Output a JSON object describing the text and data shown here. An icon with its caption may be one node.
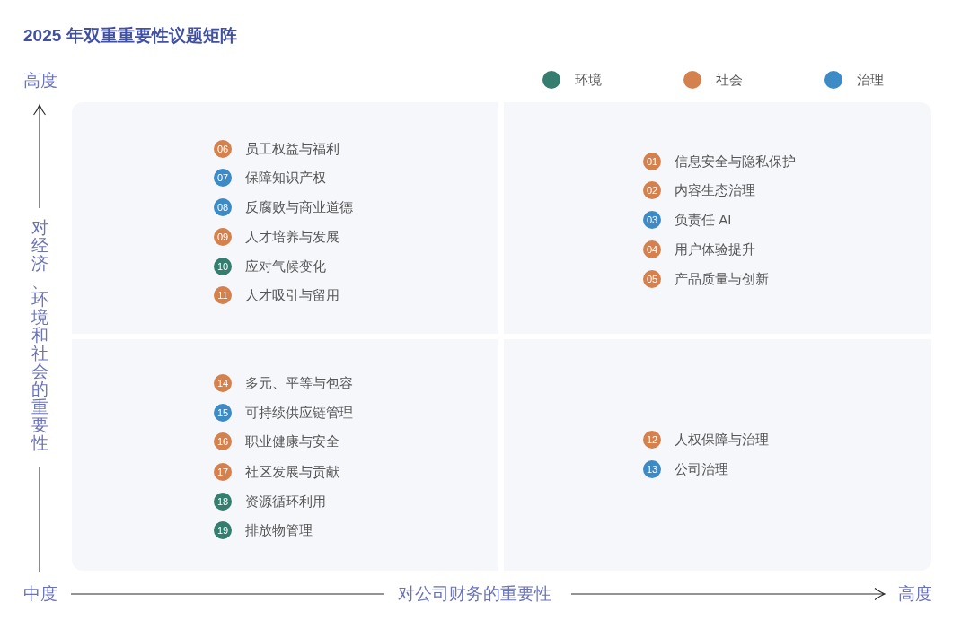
{
  "diagram": {
    "title": "2025 年双重重要性议题矩阵",
    "nodes": [
      {
        "text": [],
        "shape": "box"
      },
      {
        "text": [
          "06"
        ],
        "beside": [
          "员工权益与福利"
        ],
        "in": 0
      },
      {
        "text": [
          "07"
        ],
        "beside": [
          "保障知识产权"
        ],
        "in": 0
      },
      {
        "text": [
          "08"
        ],
        "beside": [
          "反腐败与商业道德"
        ],
        "in": 0
      },
      {
        "text": [
          "09"
        ],
        "beside": [
          "人才培养与发展"
        ],
        "in": 0
      },
      {
        "text": [
          "10"
        ],
        "beside": [
          "应对气候变化"
        ],
        "in": 0
      },
      {
        "text": [
          "11"
        ],
        "beside": [
          "人才吸引与留用"
        ],
        "in": 0
      },
      {
        "text": [],
        "shape": "box"
      },
      {
        "text": [
          "01"
        ],
        "beside": [
          "信息安全与隐私保护"
        ],
        "in": 7
      },
      {
        "text": [
          "02"
        ],
        "beside": [
          "内容生态治理"
        ],
        "in": 7
      },
      {
        "text": [
          "03"
        ],
        "beside": [
          "负责任 AI"
        ],
        "in": 7
      },
      {
        "text": [
          "04"
        ],
        "beside": [
          "用户体验提升"
        ],
        "in": 7
      },
      {
        "text": [
          "05"
        ],
        "beside": [
          "产品质量与创新"
        ],
        "in": 7
      },
      {
        "text": [],
        "shape": "box"
      },
      {
        "text": [
          "14"
        ],
        "beside": [
          "多元、平等与包容"
        ],
        "in": 13
      },
      {
        "text": [
          "15"
        ],
        "beside": [
          "可持续供应链管理"
        ],
        "in": 13
      },
      {
        "text": [
          "16"
        ],
        "beside": [
          "职业健康与安全"
        ],
        "in": 13
      },
      {
        "text": [
          "17"
        ],
        "beside": [
          "社区发展与贡献"
        ],
        "in": 13
      },
      {
        "text": [
          "18"
        ],
        "beside": [
          "资源循环利用"
        ],
        "in": 13
      },
      {
        "text": [
          "19"
        ],
        "beside": [
          "排放物管理"
        ],
        "in": 13
      },
      {
        "text": [],
        "shape": "box"
      },
      {
        "text": [
          "12"
        ],
        "beside": [
          "人权保障与治理"
        ],
        "in": 20
      },
      {
        "text": [
          "13"
        ],
        "beside": [
          "公司治理"
        ],
        "in": 20
      }
    ],
    "labels": [
      "高度",
      "对经济、环境和社会的重要性",
      "中度",
      "对公司财务的重要性",
      "高度"
    ],
    "legend": [
      {
        "text": "环境",
        "color": "#357d6f"
      },
      {
        "text": "社会",
        "color": "#d4814d"
      },
      {
        "text": "治理",
        "color": "#3c8bc7"
      }
    ]
  }
}
